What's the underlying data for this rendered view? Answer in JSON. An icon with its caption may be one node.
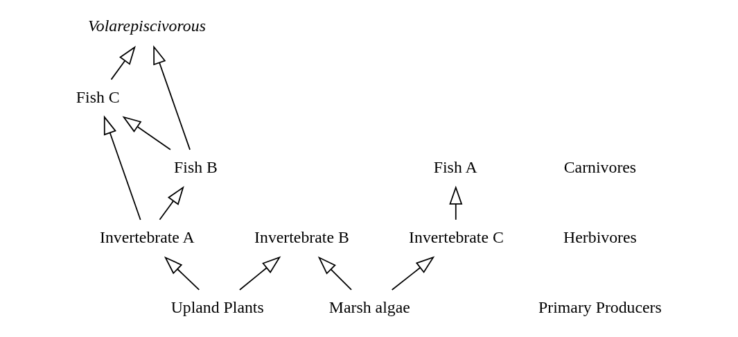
{
  "diagram": {
    "nodes": [
      {
        "text": [
          "Volarepiscivorous"
        ]
      },
      {
        "text": [
          "Fish C"
        ]
      },
      {
        "text": [
          "Fish A"
        ]
      },
      {
        "text": [
          "Fish B"
        ]
      },
      {
        "text": [
          "Invertebrate C"
        ]
      },
      {
        "text": [
          "Invertebrate B"
        ]
      },
      {
        "text": [
          "Invertebrate A"
        ]
      },
      {
        "text": [
          "Marsh algae"
        ]
      },
      {
        "text": [
          "Upland Plants"
        ]
      }
    ],
    "edges": [
      {
        "from": 1,
        "to": 0,
        "arrow": "to"
      },
      {
        "from": 3,
        "to": 0,
        "arrow": "to"
      },
      {
        "from": 3,
        "to": 1,
        "arrow": "to"
      },
      {
        "from": 6,
        "to": 1,
        "arrow": "to"
      },
      {
        "from": 4,
        "to": 2,
        "arrow": "to"
      },
      {
        "from": 6,
        "to": 3,
        "arrow": "to"
      },
      {
        "from": 7,
        "to": 4,
        "arrow": "to"
      },
      {
        "from": 7,
        "to": 5,
        "arrow": "to"
      },
      {
        "from": 8,
        "to": 5,
        "arrow": "to"
      },
      {
        "from": 8,
        "to": 6,
        "arrow": "to"
      }
    ],
    "labels": [
      "Carnivores",
      "Herbivores",
      "Primary Producers"
    ]
  }
}
